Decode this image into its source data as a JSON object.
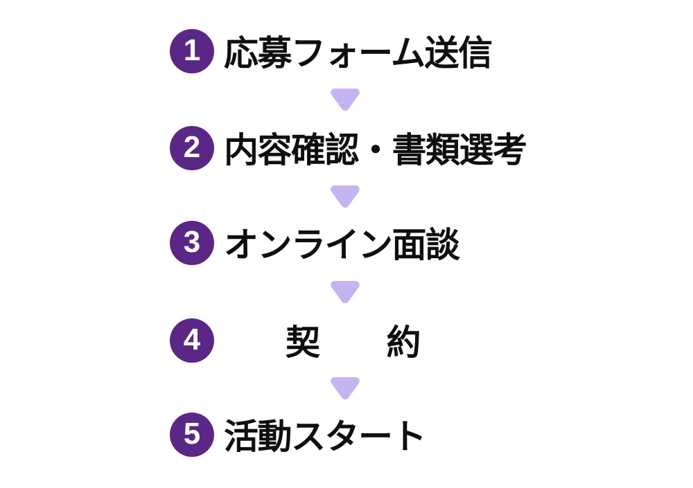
{
  "flow": {
    "steps": [
      {
        "number": "1",
        "label": "応募フォーム送信"
      },
      {
        "number": "2",
        "label": "内容確認・書類選考"
      },
      {
        "number": "3",
        "label": "オンライン面談"
      },
      {
        "number": "4",
        "label": "契　　約"
      },
      {
        "number": "5",
        "label": "活動スタート"
      }
    ],
    "arrow_icon": "triangle-down",
    "colors": {
      "badge": "#5b2786",
      "badge_number": "#ffffff",
      "label": "#0f0f0f",
      "arrow": "#c4b5f2",
      "background": "#ffffff"
    }
  }
}
